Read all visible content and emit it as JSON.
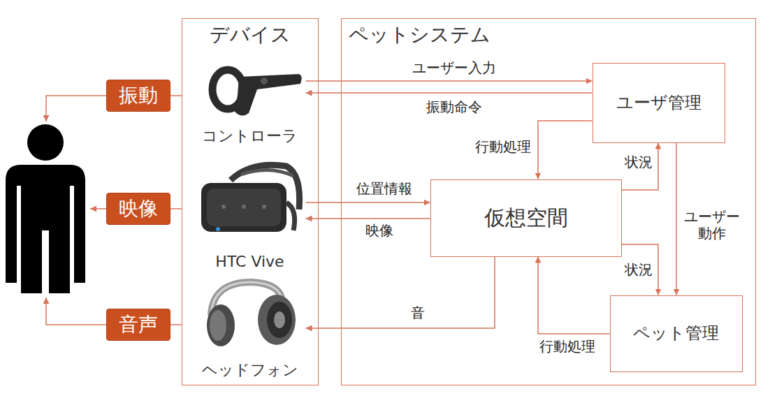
{
  "diagram": {
    "nodes": [
      {
        "text": [
          "デバイス"
        ]
      },
      {
        "text": [
          "コントローラ"
        ],
        "in": 0
      },
      {
        "text": [
          "HTC Vive"
        ],
        "in": 0
      },
      {
        "text": [
          "ヘッドフォン"
        ],
        "in": 0
      },
      {
        "text": [
          "ペットシステム"
        ]
      },
      {
        "text": [
          "ユーザ管理"
        ],
        "in": 4
      },
      {
        "text": [
          "仮想空間"
        ],
        "in": 4
      },
      {
        "text": [
          "ペット管理"
        ],
        "in": 4
      },
      {
        "text": [
          "振動"
        ]
      },
      {
        "text": [
          "映像"
        ]
      },
      {
        "text": [
          "音声"
        ]
      }
    ],
    "edges": [
      {
        "from": 1,
        "to": 5,
        "label": "ユーザー入力",
        "arrow": "to"
      },
      {
        "from": 5,
        "to": 1,
        "label": "振動命令",
        "arrow": "to"
      },
      {
        "from": 5,
        "to": 6,
        "label": "行動処理",
        "arrow": "to"
      },
      {
        "from": 6,
        "to": 5,
        "label": "状況",
        "arrow": "to"
      },
      {
        "from": 5,
        "to": 7,
        "label": "ユーザー 動作",
        "arrow": "to"
      },
      {
        "from": 6,
        "to": 7,
        "label": "状況",
        "arrow": "to"
      },
      {
        "from": 7,
        "to": 6,
        "label": "行動処理",
        "arrow": "to"
      },
      {
        "from": 2,
        "to": 6,
        "label": "位置情報",
        "arrow": "to"
      },
      {
        "from": 6,
        "to": 2,
        "label": "映像",
        "arrow": "to"
      },
      {
        "from": 6,
        "to": 3,
        "label": "音",
        "arrow": "to"
      },
      {
        "from": 0,
        "to": 8,
        "arrow": "none"
      },
      {
        "from": 0,
        "to": 9,
        "arrow": "none"
      },
      {
        "from": 0,
        "to": 10,
        "arrow": "none"
      }
    ]
  }
}
